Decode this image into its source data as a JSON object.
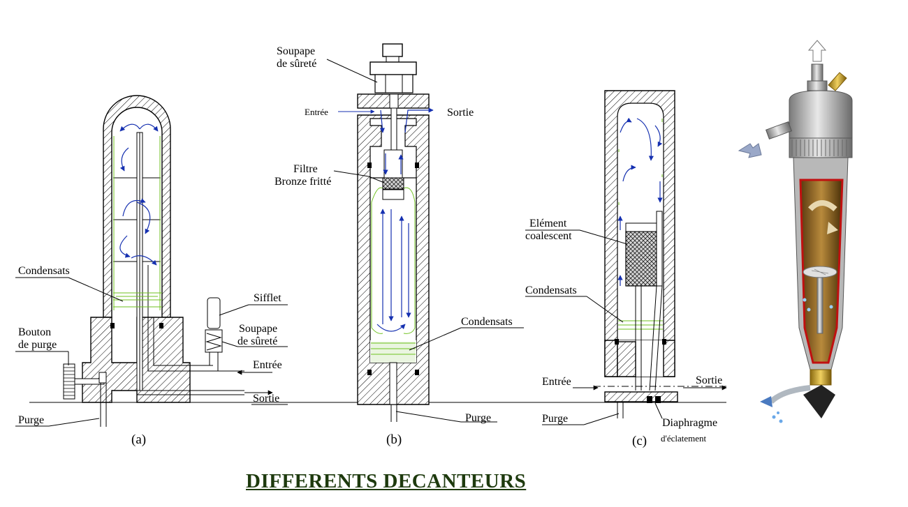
{
  "title": "DIFFERENTS DECANTEURS",
  "colors": {
    "title": "#1e3a0e",
    "flow_arrows": "#1530b0",
    "condensate_lines": "#6fc21f",
    "hatching": "#000000"
  },
  "figure_a": {
    "caption": "(a)",
    "labels": {
      "condensats": "Condensats",
      "bouton_l1": "Bouton",
      "bouton_l2": "de purge",
      "purge": "Purge",
      "sifflet": "Sifflet",
      "soupape_l1": "Soupape",
      "soupape_l2": "de sûreté",
      "entree": "Entrée",
      "sortie": "Sortie"
    }
  },
  "figure_b": {
    "caption": "(b)",
    "labels": {
      "soupape_l1": "Soupape",
      "soupape_l2": "de sûreté",
      "entree": "Entrée",
      "sortie": "Sortie",
      "filtre_l1": "Filtre",
      "filtre_l2": "Bronze fritté",
      "condensats": "Condensats",
      "purge": "Purge"
    }
  },
  "figure_c": {
    "caption": "(c)",
    "labels": {
      "element_l1": "Elément",
      "element_l2": "coalescent",
      "condensats": "Condensats",
      "entree": "Entrée",
      "sortie": "Sortie",
      "purge": "Purge",
      "diaphragme_l1": "Diaphragme",
      "diaphragme_l2": "d'éclatement"
    }
  },
  "figure_d": {
    "icon": "cutaway-separator-illustration"
  }
}
